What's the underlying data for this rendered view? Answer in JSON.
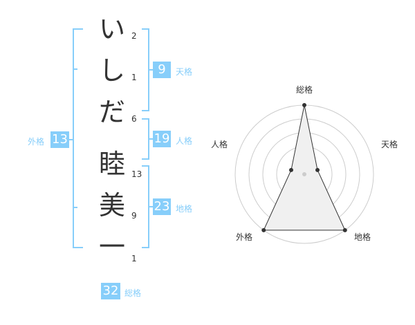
{
  "name_chars": [
    {
      "char": "い",
      "strokes": "2"
    },
    {
      "char": "し",
      "strokes": "1"
    },
    {
      "char": "だ",
      "strokes": "6"
    },
    {
      "char": "睦",
      "strokes": "13"
    },
    {
      "char": "美",
      "strokes": "9"
    },
    {
      "char": "一",
      "strokes": "1"
    }
  ],
  "kakaku": {
    "tenkaku": {
      "value": "9",
      "label": "天格"
    },
    "jinkaku": {
      "value": "19",
      "label": "人格"
    },
    "chikaku": {
      "value": "23",
      "label": "地格"
    },
    "gaikaku": {
      "value": "13",
      "label": "外格"
    },
    "soukaku": {
      "value": "32",
      "label": "総格"
    }
  },
  "chart_data": {
    "type": "radar",
    "axes": [
      "総格",
      "天格",
      "地格",
      "外格",
      "人格"
    ],
    "values": [
      5,
      1,
      5,
      5,
      1
    ],
    "max": 5,
    "rings": 5
  },
  "colors": {
    "accent": "#87cefa",
    "bracket": "#87cefa",
    "text": "#333333",
    "radar_fill": "#f0f0f0",
    "radar_grid": "#cccccc"
  }
}
